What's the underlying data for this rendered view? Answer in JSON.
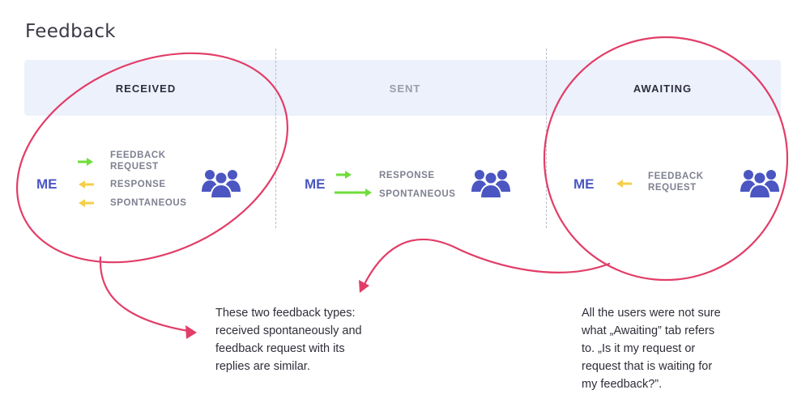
{
  "page_title": "Feedback",
  "tabs": [
    {
      "label": "RECEIVED",
      "active": true
    },
    {
      "label": "SENT",
      "active": false
    },
    {
      "label": "AWAITING",
      "active": true
    }
  ],
  "received": {
    "me": "ME",
    "flows": [
      {
        "label": "FEEDBACK REQUEST",
        "line1": "FEEDBACK",
        "line2": "REQUEST",
        "direction": "out",
        "color": "#6fdd3a"
      },
      {
        "label": "RESPONSE",
        "direction": "in",
        "color": "#f5cf4a"
      },
      {
        "label": "SPONTANEOUS",
        "direction": "in",
        "color": "#f5cf4a"
      }
    ],
    "icon": "users-group-icon"
  },
  "sent": {
    "me": "ME",
    "flows": [
      {
        "label": "RESPONSE",
        "direction": "out",
        "color": "#6fdd3a"
      },
      {
        "label": "SPONTANEOUS",
        "direction": "out",
        "color": "#6fdd3a"
      }
    ],
    "icon": "users-group-icon"
  },
  "awaiting": {
    "me": "ME",
    "flows": [
      {
        "label": "FEEDBACK REQUEST",
        "line1": "FEEDBACK",
        "line2": "REQUEST",
        "direction": "in",
        "color": "#f5cf4a"
      }
    ],
    "icon": "users-group-icon"
  },
  "notes": {
    "left": "These two feedback types: received spontaneously and feedback request with its replies are similar.",
    "left_lines": [
      "These two feedback types:",
      "received spontaneously and",
      "feedback request with its",
      "replies are similar."
    ],
    "right": "All the users were not sure what „Awaiting” tab refers to. „Is it my request or request that is waiting for my feedback?”.",
    "right_lines": [
      "All the users were not sure",
      "what „Awaiting” tab refers",
      "to. „Is it my request or",
      "request that is waiting for",
      "my feedback?”."
    ]
  },
  "colors": {
    "accent": "#4b56c2",
    "annotation": "#e23d68",
    "out_arrow": "#6fdd3a",
    "in_arrow": "#f5cf4a",
    "tabbar_bg": "#edf1fb"
  }
}
